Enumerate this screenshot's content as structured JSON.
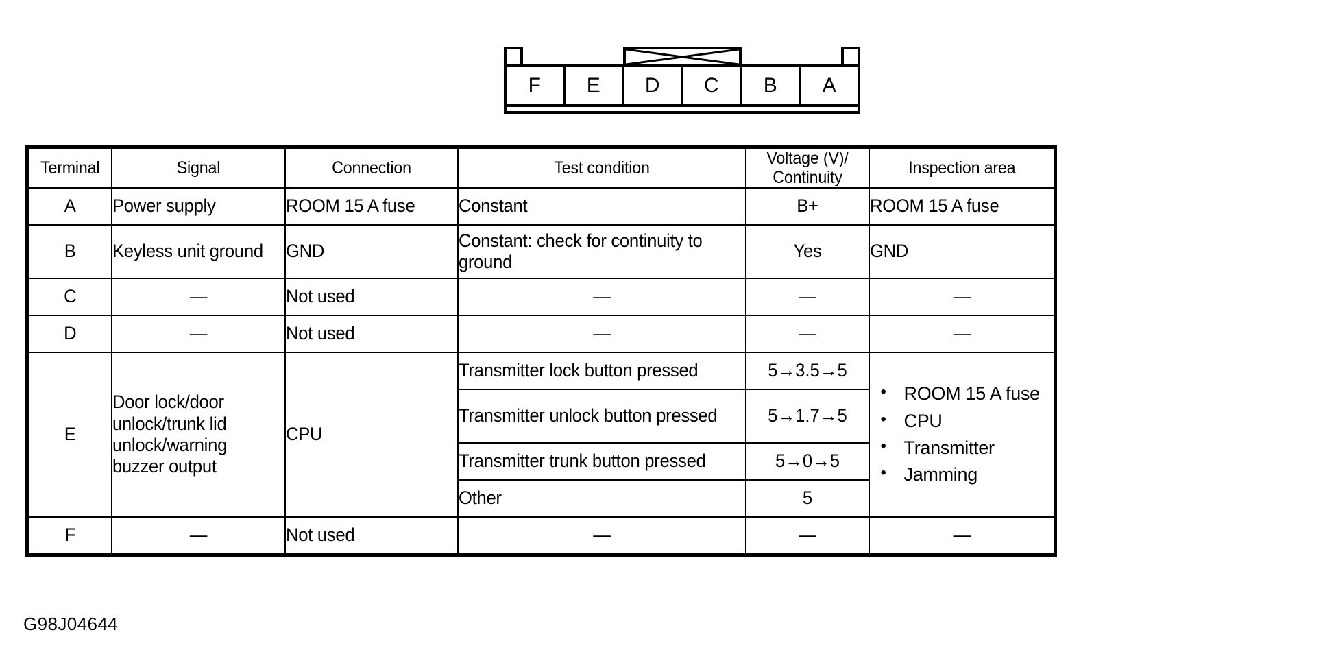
{
  "connector": {
    "name": "6-pin keyless entry connector",
    "cells": [
      "F",
      "E",
      "D",
      "C",
      "B",
      "A"
    ],
    "notches": [
      "left-notch",
      "right-notch"
    ],
    "crossed_marker": "x-cross-over-D-C"
  },
  "table": {
    "headers": [
      "Terminal",
      "Signal",
      "Connection",
      "Test condition",
      "Voltage (V)/\nContinuity",
      "Inspection area"
    ],
    "header_voltage_line1": "Voltage (V)/",
    "header_voltage_line2": "Continuity",
    "rows": [
      {
        "terminal": "A",
        "signal": "Power supply",
        "connection": "ROOM 15 A fuse",
        "test_condition": "Constant",
        "voltage": "B+",
        "inspection": "ROOM 15 A fuse"
      },
      {
        "terminal": "B",
        "signal": "Keyless unit ground",
        "connection": "GND",
        "test_condition": "Constant: check for continuity to ground",
        "voltage": "Yes",
        "inspection": "GND"
      },
      {
        "terminal": "C",
        "signal": "—",
        "connection": "Not used",
        "test_condition": "—",
        "voltage": "—",
        "inspection": "—"
      },
      {
        "terminal": "D",
        "signal": "—",
        "connection": "Not used",
        "test_condition": "—",
        "voltage": "—",
        "inspection": "—"
      },
      {
        "terminal": "E",
        "signal": "Door lock/door unlock/trunk lid unlock/warning buzzer output",
        "connection": "CPU",
        "sub_rows": [
          {
            "test_condition": "Transmitter lock button pressed",
            "voltage": "5→3.5→5"
          },
          {
            "test_condition": "Transmitter unlock button pressed",
            "voltage": "5→1.7→5"
          },
          {
            "test_condition": "Transmitter trunk button pressed",
            "voltage": "5→0→5"
          },
          {
            "test_condition": "Other",
            "voltage": "5"
          }
        ],
        "inspection_list": [
          "ROOM 15 A fuse",
          "CPU",
          "Transmitter",
          "Jamming"
        ]
      },
      {
        "terminal": "F",
        "signal": "—",
        "connection": "Not used",
        "test_condition": "—",
        "voltage": "—",
        "inspection": "—"
      }
    ]
  },
  "caption": "G98J04644"
}
